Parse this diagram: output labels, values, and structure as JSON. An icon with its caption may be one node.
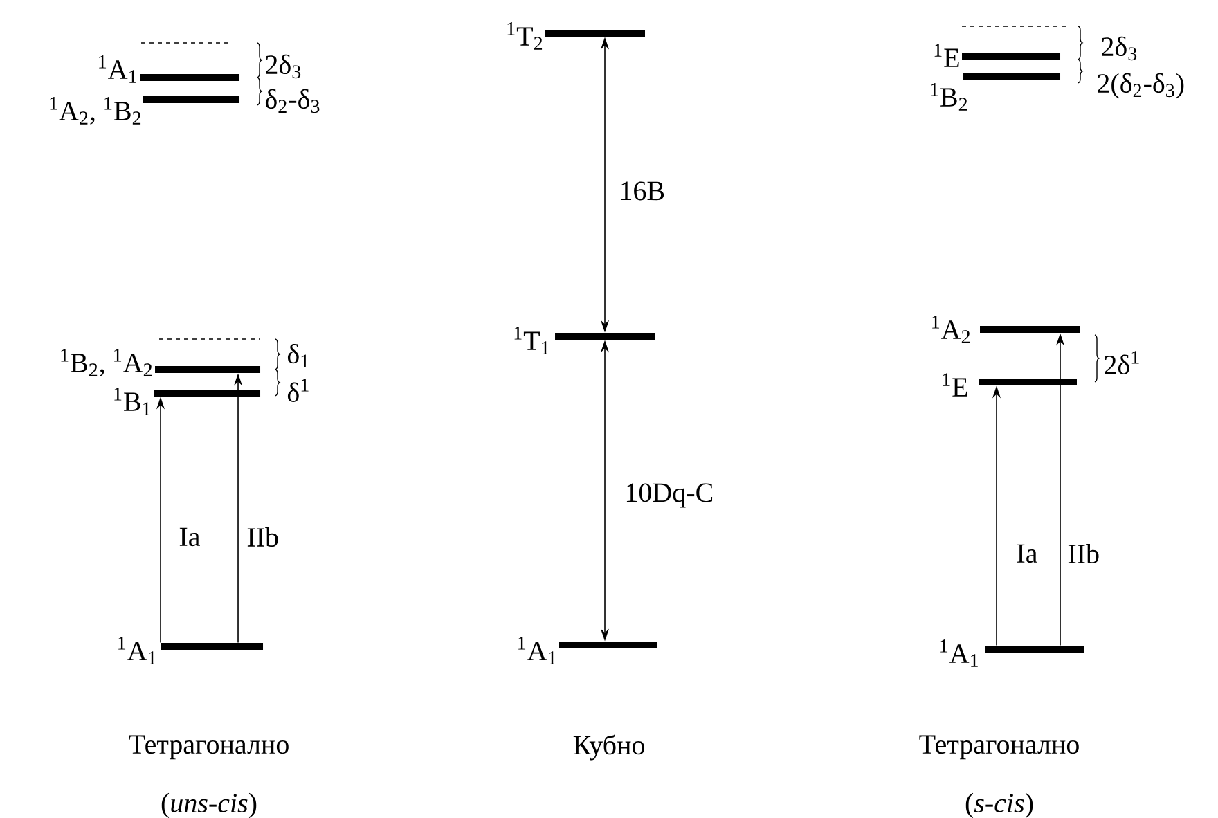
{
  "diagram": {
    "nodes": [
      {
        "text": [
          "$^{1}$A$_{1}$"
        ]
      },
      {
        "text": [
          "$^{1}$A$_{2}$, $^{1}$B$_{2}$"
        ]
      },
      {
        "text": [
          "$^{1}$B$_{2}$, $^{1}$A$_{2}$"
        ]
      },
      {
        "text": [
          "$^{1}$B$_{1}$"
        ]
      },
      {
        "text": [
          "$^{1}$A$_{1}$"
        ]
      },
      {
        "text": [
          "$^{1}$T$_{2}$"
        ]
      },
      {
        "text": [
          "$^{1}$T$_{1}$"
        ]
      },
      {
        "text": [
          "$^{1}$A$_{1}$"
        ]
      },
      {
        "text": [
          "$^{1}$E"
        ]
      },
      {
        "text": [
          "$^{1}$B$_{2}$"
        ]
      },
      {
        "text": [
          "$^{1}$A$_{2}$"
        ]
      },
      {
        "text": [
          "$^{1}$E"
        ]
      },
      {
        "text": [
          "$^{1}$A$_{1}$"
        ]
      }
    ],
    "edges": [
      {
        "from": 4,
        "to": 3,
        "arrow": "to",
        "label": "Ia"
      },
      {
        "from": 4,
        "to": 2,
        "arrow": "to",
        "label": "IIb"
      },
      {
        "from": 7,
        "to": 6,
        "arrow": "both",
        "label": "10Dq-C"
      },
      {
        "from": 6,
        "to": 5,
        "arrow": "both",
        "label": "16B"
      },
      {
        "from": 12,
        "to": 11,
        "arrow": "to",
        "label": "Ia"
      },
      {
        "from": 12,
        "to": 10,
        "arrow": "to",
        "label": "IIb"
      }
    ],
    "labels": [
      "2δ$_{3}$",
      "δ$_{2}$-δ$_{3}$",
      "δ$_{1}$",
      "δ$^{1}$",
      "2δ$_{3}$",
      "2(δ$_{2}$-δ$_{3}$)",
      "2δ$^{1}$",
      "Тетрагонално",
      "(*uns-cis*)",
      "Кубно",
      "Тетрагонално",
      "(*s-cis*)"
    ]
  }
}
